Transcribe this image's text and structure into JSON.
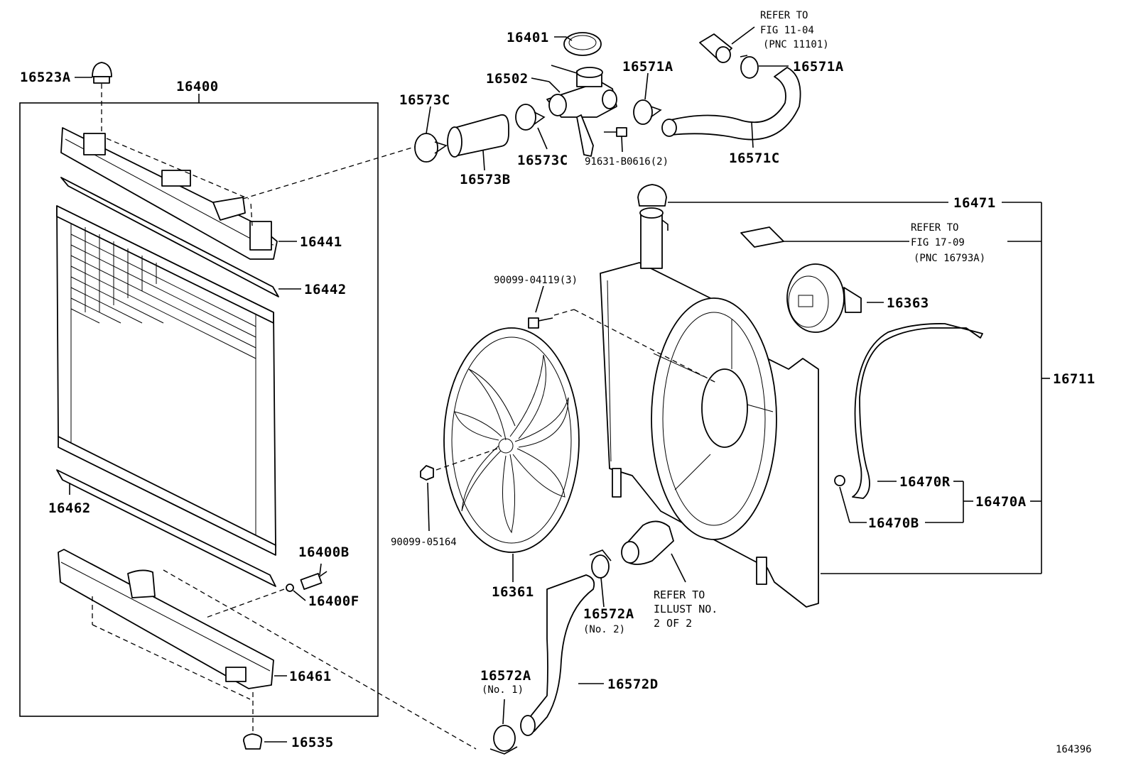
{
  "figure_id": "164396",
  "part_labels": {
    "p16523A": "16523A",
    "p16400": "16400",
    "p16441": "16441",
    "p16442": "16442",
    "p16462": "16462",
    "p16400B": "16400B",
    "p16400F": "16400F",
    "p16461": "16461",
    "p16535": "16535",
    "p16401": "16401",
    "p16502": "16502",
    "p16573C_a": "16573C",
    "p16573B": "16573B",
    "p16573C_b": "16573C",
    "p91631": "91631-B0616(2)",
    "p16571A_a": "16571A",
    "p16571A_b": "16571A",
    "p16571C": "16571C",
    "p16471": "16471",
    "p90099_04119": "90099-04119(3)",
    "p16363": "16363",
    "p16711": "16711",
    "p90099_05164": "90099-05164",
    "p16361": "16361",
    "p16470R": "16470R",
    "p16470A": "16470A",
    "p16470B": "16470B",
    "p16572A_a": "16572A",
    "p16572A_b": "16572A",
    "p16572D": "16572D"
  },
  "notes": {
    "refer_11_04": [
      "REFER TO",
      "FIG 11-04",
      "(PNC 11101)"
    ],
    "refer_17_09": [
      "REFER TO",
      "FIG 17-09",
      "(PNC 16793A)"
    ],
    "refer_illust": [
      "REFER TO",
      "ILLUST NO.",
      "2 OF 2"
    ],
    "no2": "(No. 2)",
    "no1": "(No. 1)"
  }
}
